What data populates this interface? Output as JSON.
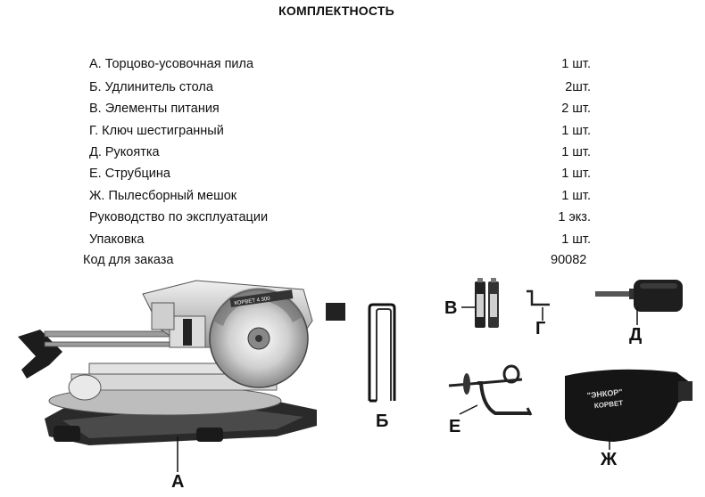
{
  "title": "КОМПЛЕКТНОСТЬ",
  "items": [
    {
      "name": "А. Торцово-усовочная пила",
      "qty": "1 шт."
    },
    {
      "name": "Б. Удлинитель стола",
      "qty": "2шт."
    },
    {
      "name": "В. Элементы питания",
      "qty": "2 шт."
    },
    {
      "name": "Г. Ключ шестигранный",
      "qty": "1 шт."
    },
    {
      "name": "Д. Рукоятка",
      "qty": "1 шт."
    },
    {
      "name": "Е. Струбцина",
      "qty": "1 шт."
    },
    {
      "name": "Ж. Пылесборный мешок",
      "qty": "1 шт."
    },
    {
      "name": "Руководство по эксплуатации",
      "qty": "1 экз."
    },
    {
      "name": "Упаковка",
      "qty": "1 шт."
    }
  ],
  "order": {
    "label": "Код для заказа",
    "value": "90082"
  },
  "figures": {
    "a": "А",
    "b": "Б",
    "v": "В",
    "g": "Г",
    "d": "Д",
    "e": "Е",
    "zh": "Ж",
    "saw_brand": "КОРВЕТ 4 300",
    "bag_brand_1": "\"ЭНКОР\"",
    "bag_brand_2": "КОРВЕТ"
  }
}
